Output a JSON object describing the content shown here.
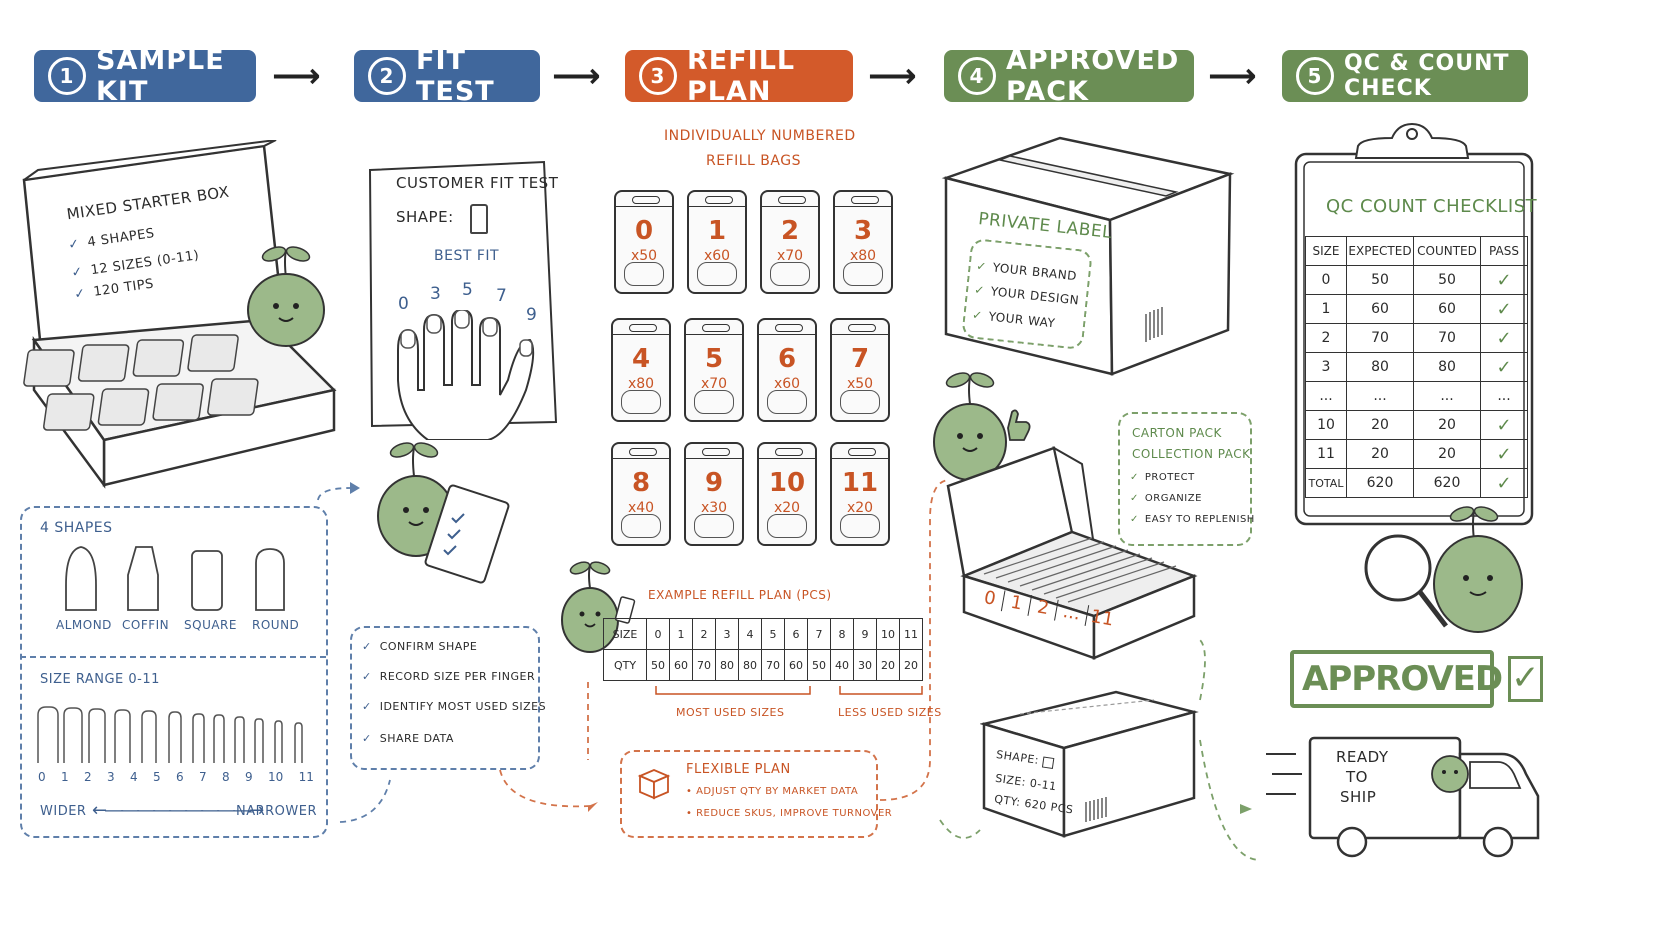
{
  "steps": [
    {
      "num": "1",
      "label": "SAMPLE KIT",
      "color": "#40679c"
    },
    {
      "num": "2",
      "label": "FIT TEST",
      "color": "#40679c"
    },
    {
      "num": "3",
      "label": "REFILL PLAN",
      "color": "#d35a2a"
    },
    {
      "num": "4",
      "label": "APPROVED PACK",
      "color": "#6b8e55"
    },
    {
      "num": "5",
      "label": "QC & COUNT CHECK",
      "color": "#6b8e55"
    }
  ],
  "sample_kit": {
    "title": "MIXED STARTER BOX",
    "items": [
      "4 SHAPES",
      "12 SIZES (0-11)",
      "120 TIPS"
    ]
  },
  "shapes_panel": {
    "title": "4 SHAPES",
    "shapes": [
      "ALMOND",
      "COFFIN",
      "SQUARE",
      "ROUND"
    ],
    "size_title": "SIZE RANGE 0-11",
    "sizes": [
      "0",
      "1",
      "2",
      "3",
      "4",
      "5",
      "6",
      "7",
      "8",
      "9",
      "10",
      "11"
    ],
    "wider": "WIDER",
    "narrower": "NARROWER"
  },
  "fit_test": {
    "title": "CUSTOMER FIT TEST",
    "shape_label": "SHAPE:",
    "best_fit": "BEST FIT",
    "finger_sizes": [
      "0",
      "3",
      "5",
      "7",
      "9"
    ],
    "checklist": [
      "CONFIRM SHAPE",
      "RECORD SIZE PER FINGER",
      "IDENTIFY MOST USED SIZES",
      "SHARE DATA"
    ]
  },
  "refill": {
    "title_line1": "INDIVIDUALLY NUMBERED",
    "title_line2": "REFILL BAGS",
    "bags": [
      {
        "size": "0",
        "qty": "x50"
      },
      {
        "size": "1",
        "qty": "x60"
      },
      {
        "size": "2",
        "qty": "x70"
      },
      {
        "size": "3",
        "qty": "x80"
      },
      {
        "size": "4",
        "qty": "x80"
      },
      {
        "size": "5",
        "qty": "x70"
      },
      {
        "size": "6",
        "qty": "x60"
      },
      {
        "size": "7",
        "qty": "x50"
      },
      {
        "size": "8",
        "qty": "x40"
      },
      {
        "size": "9",
        "qty": "x30"
      },
      {
        "size": "10",
        "qty": "x20"
      },
      {
        "size": "11",
        "qty": "x20"
      }
    ],
    "plan_title": "EXAMPLE REFILL PLAN (PCS)",
    "plan_row_labels": [
      "SIZE",
      "QTY"
    ],
    "plan_sizes": [
      "0",
      "1",
      "2",
      "3",
      "4",
      "5",
      "6",
      "7",
      "8",
      "9",
      "10",
      "11"
    ],
    "plan_qty": [
      "50",
      "60",
      "70",
      "80",
      "80",
      "70",
      "60",
      "50",
      "40",
      "30",
      "20",
      "20"
    ],
    "most_used": "MOST USED SIZES",
    "less_used": "LESS USED SIZES",
    "flexible_title": "FLEXIBLE PLAN",
    "flexible_items": [
      "ADJUST QTY BY MARKET DATA",
      "REDUCE SKUS, IMPROVE TURNOVER"
    ]
  },
  "approved_pack": {
    "private_label": "PRIVATE LABEL",
    "brand_items": [
      "YOUR BRAND",
      "YOUR DESIGN",
      "YOUR WAY"
    ],
    "carton_title1": "CARTON PACK",
    "carton_title2": "COLLECTION PACK",
    "carton_items": [
      "PROTECT",
      "ORGANIZE",
      "EASY TO REPLENISH"
    ],
    "tray_labels": [
      "0",
      "1",
      "2",
      "...",
      "11"
    ],
    "box_shape": "SHAPE:",
    "box_size": "SIZE: 0-11",
    "box_qty": "QTY: 620 PCS"
  },
  "qc": {
    "title": "QC COUNT CHECKLIST",
    "headers": [
      "SIZE",
      "EXPECTED",
      "COUNTED",
      "PASS"
    ],
    "rows": [
      [
        "0",
        "50",
        "50",
        "✓"
      ],
      [
        "1",
        "60",
        "60",
        "✓"
      ],
      [
        "2",
        "70",
        "70",
        "✓"
      ],
      [
        "3",
        "80",
        "80",
        "✓"
      ],
      [
        "...",
        "...",
        "...",
        "..."
      ],
      [
        "10",
        "20",
        "20",
        "✓"
      ],
      [
        "11",
        "20",
        "20",
        "✓"
      ],
      [
        "TOTAL",
        "620",
        "620",
        "✓"
      ]
    ],
    "stamp": "APPROVED",
    "truck_text": [
      "READY",
      "TO",
      "SHIP"
    ]
  }
}
